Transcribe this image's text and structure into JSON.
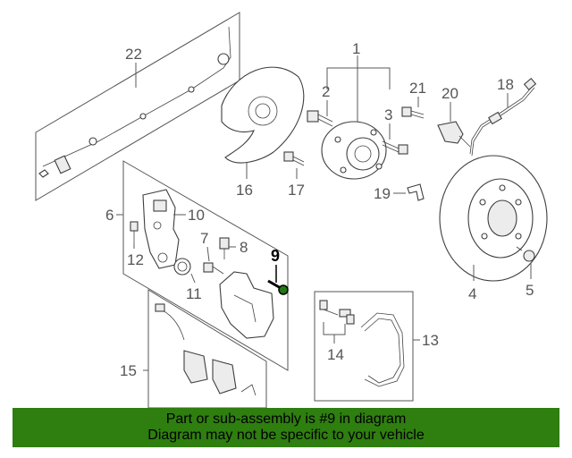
{
  "diagram": {
    "highlighted_callout": "9",
    "callouts": {
      "c1": "1",
      "c2": "2",
      "c3": "3",
      "c4": "4",
      "c5": "5",
      "c6": "6",
      "c7": "7",
      "c8": "8",
      "c9": "9",
      "c10": "10",
      "c11": "11",
      "c12": "12",
      "c13": "13",
      "c14": "14",
      "c15": "15",
      "c16": "16",
      "c17": "17",
      "c18": "18",
      "c19": "19",
      "c20": "20",
      "c21": "21",
      "c22": "22"
    }
  },
  "banner": {
    "line1": "Part or sub-assembly is #9 in diagram",
    "line2": "Diagram may not be specific to your vehicle",
    "background": "#2f7e10"
  }
}
